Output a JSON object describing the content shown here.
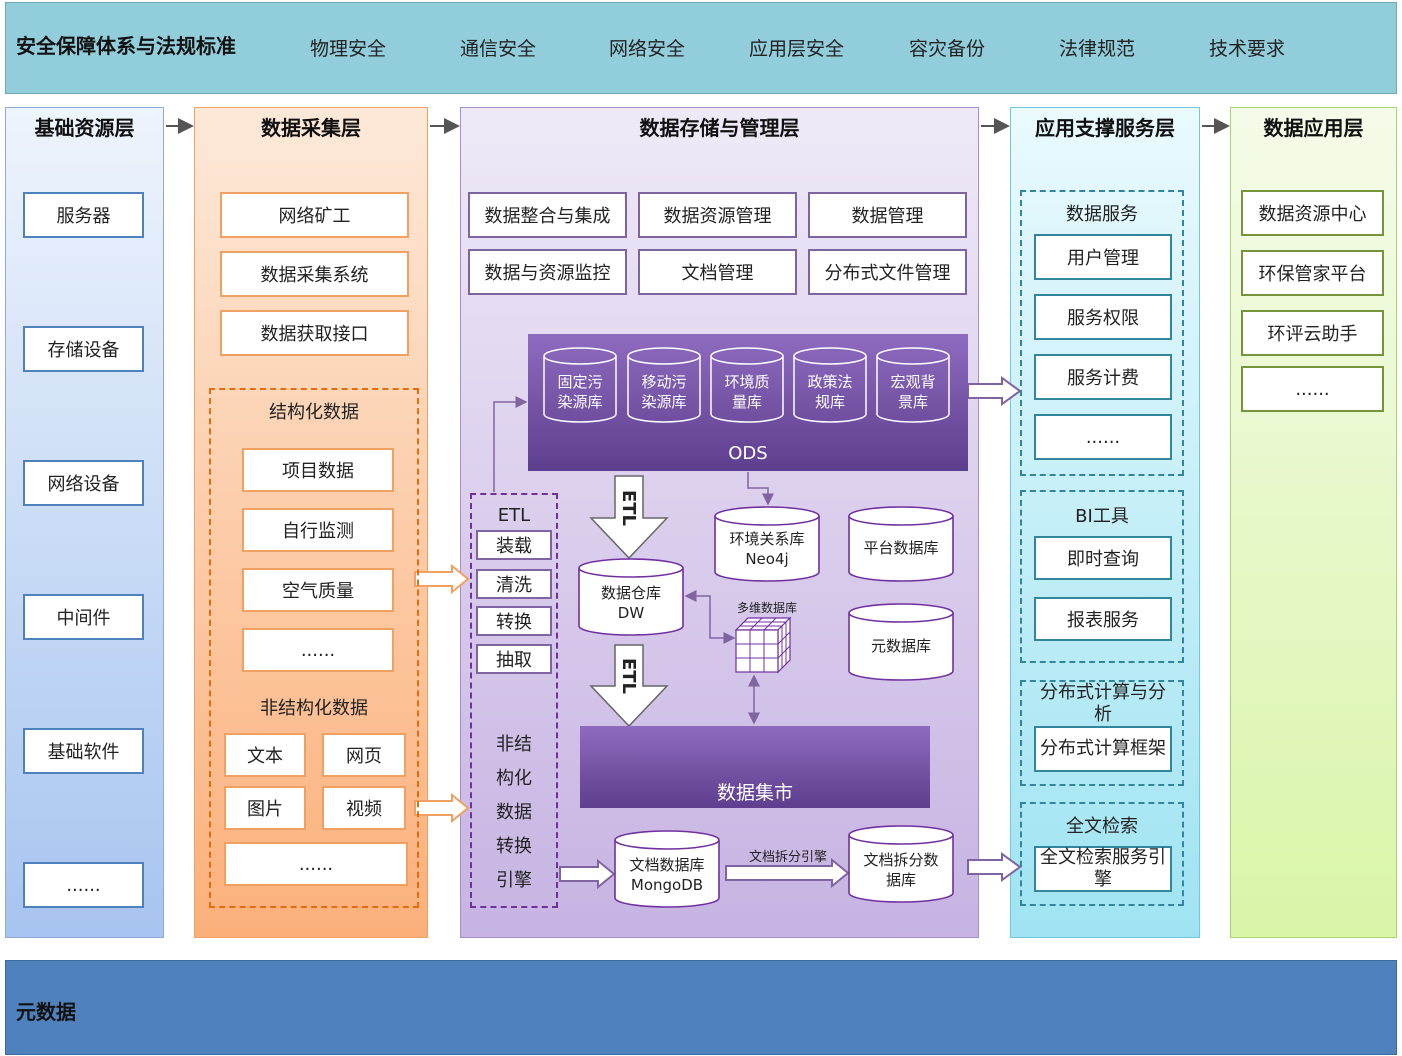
{
  "security": {
    "title": "安全保障体系与法规标准",
    "items": [
      "物理安全",
      "通信安全",
      "网络安全",
      "应用层安全",
      "容灾备份",
      "法律规范",
      "技术要求"
    ]
  },
  "metadata_bar": {
    "title": "元数据"
  },
  "layer1": {
    "title": "基础资源层",
    "items": [
      "服务器",
      "存储设备",
      "网络设备",
      "中间件",
      "基础软件",
      "......"
    ]
  },
  "layer2": {
    "title": "数据采集层",
    "items": [
      "网络矿工",
      "数据采集系统",
      "数据获取接口"
    ],
    "structured": {
      "title": "结构化数据",
      "items": [
        "项目数据",
        "自行监测",
        "空气质量",
        "......"
      ]
    },
    "unstructured": {
      "title": "非结构化数据",
      "items": [
        "文本",
        "网页",
        "图片",
        "视频",
        "......"
      ]
    }
  },
  "layer3": {
    "title": "数据存储与管理层",
    "top_items": [
      "数据整合与集成",
      "数据资源管理",
      "数据管理",
      "数据与资源监控",
      "文档管理",
      "分布式文件管理"
    ],
    "ods": {
      "label": "ODS",
      "dbs": [
        [
          "固定污",
          "染源库"
        ],
        [
          "移动污",
          "染源库"
        ],
        [
          "环境质",
          "量库"
        ],
        [
          "政策法",
          "规库"
        ],
        [
          "宏观背",
          "景库"
        ]
      ]
    },
    "etl": {
      "title": "ETL",
      "items": [
        "装载",
        "清洗",
        "转换",
        "抽取"
      ]
    },
    "unstructured_engine": [
      "非结",
      "构化",
      "数据",
      "转换",
      "引擎"
    ],
    "etl_arrow_label": "ETL",
    "neo4j": [
      "环境关系库",
      "Neo4j"
    ],
    "platform_db": "平台数据库",
    "meta_db": "元数据库",
    "dw": [
      "数据仓库",
      "DW"
    ],
    "cube_label": "多维数据库",
    "data_mart": "数据集市",
    "mongodb": [
      "文档数据库",
      "MongoDB"
    ],
    "split_label": "文档拆分引擎",
    "split_db": [
      "文档拆分数",
      "据库"
    ]
  },
  "layer4": {
    "title": "应用支撑服务层",
    "data_service": {
      "title": "数据服务",
      "items": [
        "用户管理",
        "服务权限",
        "服务计费",
        "......"
      ]
    },
    "bi": {
      "title": "BI工具",
      "items": [
        "即时查询",
        "报表服务"
      ]
    },
    "distributed": {
      "title": "分布式计算与分析",
      "item": "分布式计算框架"
    },
    "fulltext": {
      "title": "全文检索",
      "item": "全文检索服务引擎"
    }
  },
  "layer5": {
    "title": "数据应用层",
    "items": [
      "数据资源中心",
      "环保管家平台",
      "环评云助手",
      "......"
    ]
  },
  "colors": {
    "blue": "#4f81bd",
    "orange": "#f0a060",
    "purple": "#8064a2",
    "teal": "#31859c",
    "green": "#77933c"
  }
}
